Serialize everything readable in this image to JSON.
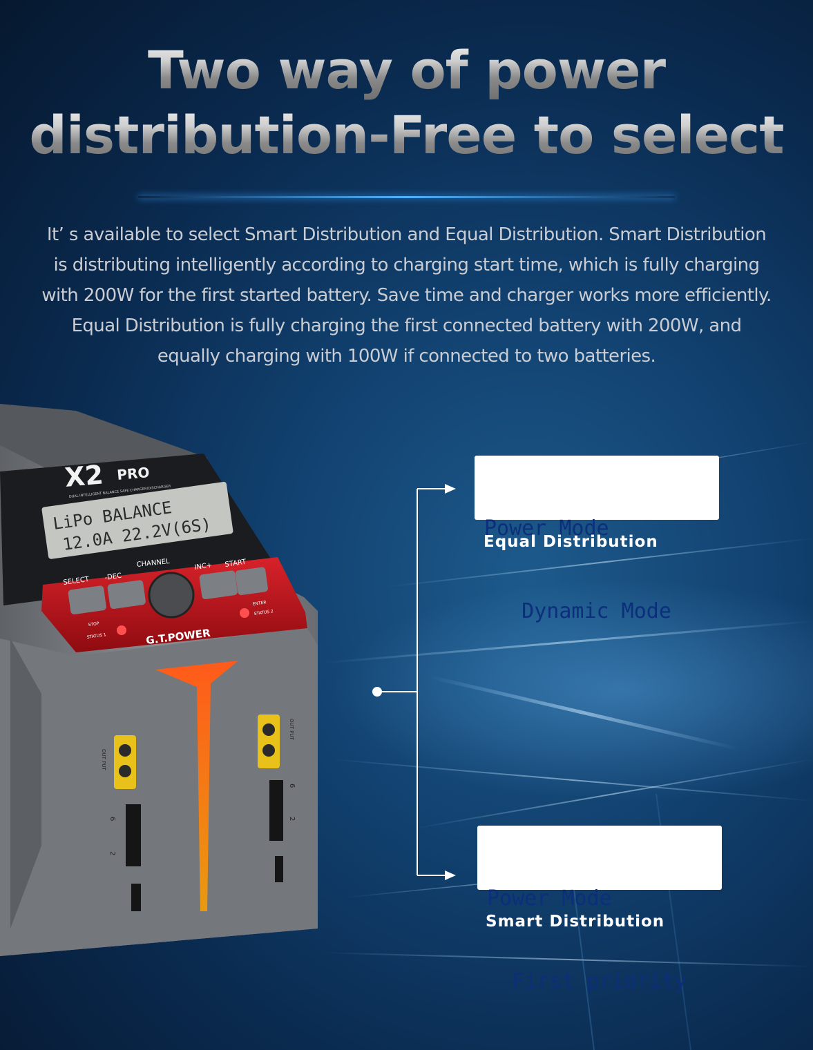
{
  "headline": {
    "line1": "Two way of power",
    "line2": "distribution-Free to select"
  },
  "description": "It’ s available to select Smart Distribution and Equal Distribution. Smart Distribution is distributing intelligently according to charging start time, which is fully charging with 200W for the first started battery. Save time and charger works more efficiently. Equal Distribution is fully charging the first connected battery with 200W, and equally charging with 100W if connected to two batteries.",
  "options": [
    {
      "lcd_line1": "Power Mode",
      "lcd_line2": "   Dynamic Mode",
      "caption": "Equal Distribution"
    },
    {
      "lcd_line1": "Power Mode",
      "lcd_line2": "  First priority",
      "caption": "Smart Distribution"
    }
  ],
  "device": {
    "model": "X2",
    "model_suffix": "PRO",
    "subtitle": "DUAL INTELLIGENT BALANCE SAFE CHARGER/DISCHARGER",
    "lcd_line1": "LiPo    BALANCE",
    "lcd_line2": "12.0A  22.2V(6S)",
    "buttons": {
      "select": "SELECT",
      "dec": "-DEC",
      "channel": "CHANNEL",
      "inc": "INC+",
      "start": "START",
      "stop": "STOP",
      "status1": "STATUS 1",
      "enter": "ENTER",
      "status2": "STATUS 2"
    },
    "brand": "G.T.POWER",
    "port_label": "OUT PUT",
    "balance_label_6": "6",
    "balance_label_2": "2"
  },
  "colors": {
    "accent_glow": "#4fb2ff",
    "lcd_text": "#0b2f7a",
    "charger_red": "#c0141b",
    "charger_body": "#7e8187"
  }
}
